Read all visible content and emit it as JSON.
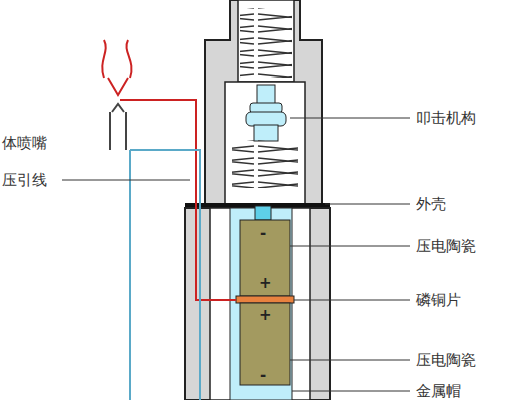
{
  "diagram": {
    "labels": [
      "体喷嘴",
      "压引线",
      "叩击机构",
      "外壳",
      "压电陶瓷",
      "磷铜片",
      "压电陶瓷",
      "金属帽",
      "-",
      "+",
      "+",
      "-"
    ]
  }
}
